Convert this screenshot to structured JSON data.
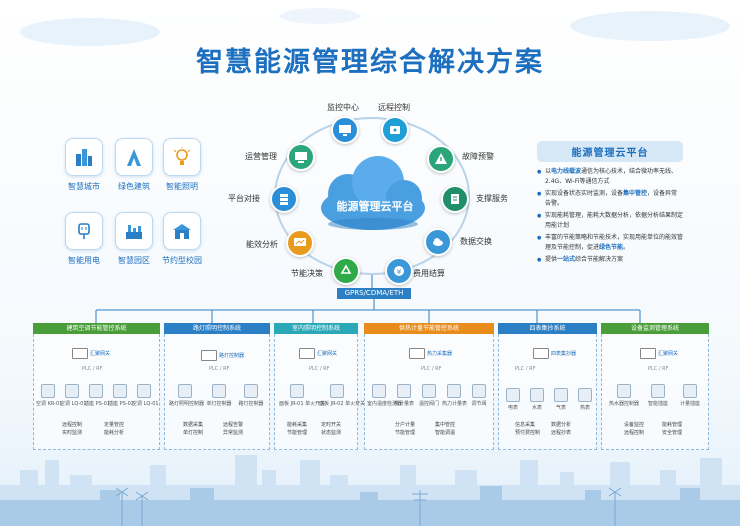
{
  "title": "智慧能源管理综合解决方案",
  "apps": [
    {
      "label": "智慧城市",
      "icon": "city-buildings-icon"
    },
    {
      "label": "绿色建筑",
      "icon": "green-building-icon"
    },
    {
      "label": "智能照明",
      "icon": "light-bulb-icon"
    },
    {
      "label": "智能用电",
      "icon": "power-plug-icon"
    },
    {
      "label": "智慧园区",
      "icon": "industrial-park-icon"
    },
    {
      "label": "节约型校园",
      "icon": "campus-icon"
    }
  ],
  "cloud": {
    "label": "能源管理云平台",
    "network": "GPRS/CDMA/ETH"
  },
  "ring_nodes": [
    {
      "label": "监控中心",
      "icon": "monitor-screen-icon",
      "color": "#2a8fd8"
    },
    {
      "label": "远程控制",
      "icon": "remote-control-icon",
      "color": "#1f9fd8"
    },
    {
      "label": "故障预警",
      "icon": "warning-icon",
      "color": "#2aa67a"
    },
    {
      "label": "支撑服务",
      "icon": "service-box-icon",
      "color": "#1f8f6a"
    },
    {
      "label": "数据交换",
      "icon": "cloud-exchange-icon",
      "color": "#3a97d8"
    },
    {
      "label": "费用结算",
      "icon": "yen-coin-icon",
      "color": "#3a97d8"
    },
    {
      "label": "节能决策",
      "icon": "recycle-icon",
      "color": "#2eaa48"
    },
    {
      "label": "能效分析",
      "icon": "analysis-screen-icon",
      "color": "#e89b1c"
    },
    {
      "label": "平台对接",
      "icon": "server-icon",
      "color": "#2a8fd8"
    },
    {
      "label": "运营管理",
      "icon": "operation-computer-icon",
      "color": "#2aa67a"
    }
  ],
  "panel": {
    "title": "能源管理云平台",
    "items": [
      {
        "pre": "以",
        "hl": "电力线载波",
        "post": "通信为核心技术，结合微功率无线、2.4G、Wi-Fi等通信方式"
      },
      {
        "pre": "实现设备状态实时监测，设备",
        "hl": "集中管控",
        "post": "，设备异常告警。"
      },
      {
        "pre": "实现能耗管理，能耗大数据分析，依据分析结果制定用能计划",
        "hl": "",
        "post": ""
      },
      {
        "pre": "丰富的节能策略和节能技术，实现用能单位的能效管理及节能控制，促进",
        "hl": "绿色节能",
        "post": "。"
      },
      {
        "pre": "提供",
        "hl": "一站式",
        "post": "综合节能解决方案"
      }
    ]
  },
  "subsystems": [
    {
      "title": "建筑空调节能管控系统",
      "color": "#4a9e3a",
      "gateway": "汇聚网关",
      "bus": "PLC / RF",
      "devices": [
        "空调 KR-01",
        "空调 LQ-01",
        "插座 PS-01",
        "插座 PS-02",
        "空调 LQ-01"
      ],
      "features": [
        "远程控制",
        "实时监测",
        "定量管控",
        "能耗分析"
      ]
    },
    {
      "title": "路灯照明控制系统",
      "color": "#2b7fc4",
      "gateway": "路灯控制器",
      "bus": "PLC / RF",
      "devices": [
        "路灯照明控制器",
        "单灯控制器",
        "路灯控制器"
      ],
      "features": [
        "数据采集",
        "单灯控制",
        "远程告警",
        "异常监测"
      ]
    },
    {
      "title": "室内照明控制系统",
      "color": "#2aa8b8",
      "gateway": "汇聚网关",
      "bus": "PLC / RF",
      "devices": [
        "面板 JR-01 单火开关",
        "面板 JR-02 单火开关"
      ],
      "features": [
        "能耗采集",
        "定时开关",
        "节能管理",
        "状态监测"
      ]
    },
    {
      "title": "供热计量节能管控系统",
      "color": "#e88c1c",
      "gateway": "热力采集器",
      "bus": "PLC / RF",
      "devices": [
        "室内温度检测器",
        "热计量表",
        "温控阀门",
        "热力计量表",
        "调节阀"
      ],
      "features": [
        "分户计量",
        "集中管控",
        "节能管理",
        "智能调温"
      ]
    },
    {
      "title": "四表集抄系统",
      "color": "#2b7fc4",
      "gateway": "四表集抄器",
      "bus": "PLC / RF",
      "devices": [
        "电表",
        "水表",
        "气表",
        "热表"
      ],
      "features": [
        "信息采集",
        "数据分析",
        "预付费控制",
        "远程抄表"
      ]
    },
    {
      "title": "设备监测管理系统",
      "color": "#4a9e3a",
      "gateway": "汇聚网关",
      "bus": "PLC / RF",
      "devices": [
        "热水器控制器",
        "智能插座",
        "计量插座"
      ],
      "features": [
        "设备监控",
        "能耗管理",
        "远程控制",
        "安全管理"
      ]
    }
  ]
}
